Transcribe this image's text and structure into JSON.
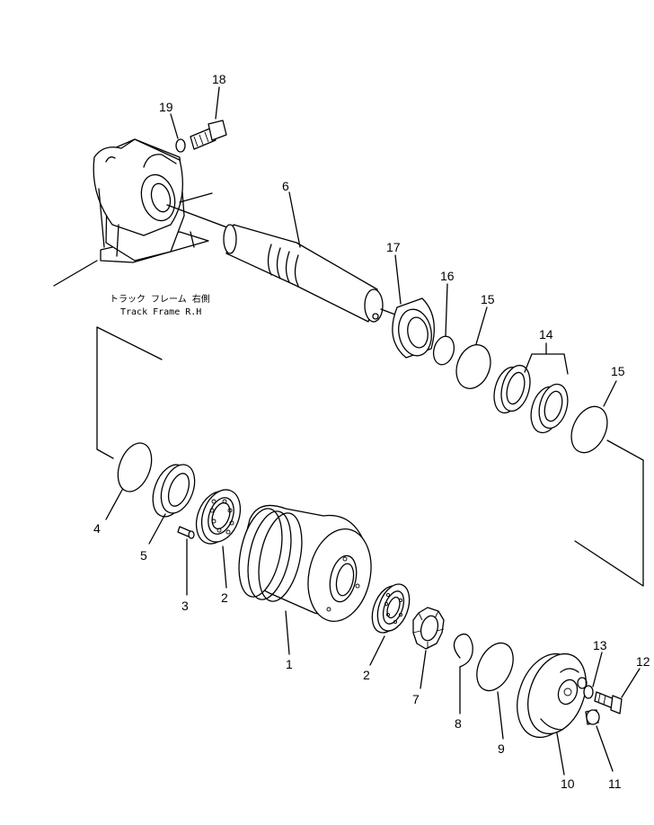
{
  "frame_label": {
    "japanese": "トラック フレーム 右側",
    "english": "Track Frame R.H"
  },
  "callouts": [
    "1",
    "2",
    "2",
    "3",
    "4",
    "5",
    "6",
    "7",
    "8",
    "9",
    "10",
    "11",
    "12",
    "13",
    "14",
    "15",
    "15",
    "16",
    "17",
    "18",
    "19"
  ]
}
